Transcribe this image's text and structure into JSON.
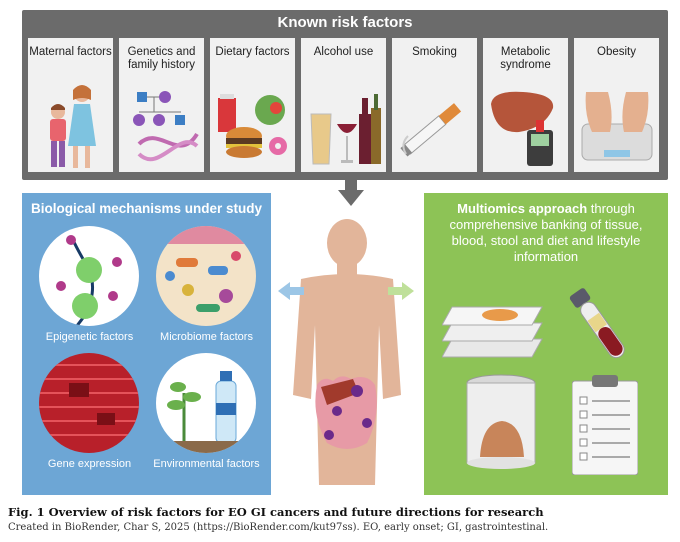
{
  "header": {
    "title": "Known risk factors"
  },
  "risk_factors": [
    {
      "label": "Maternal factors",
      "icon": "mother-child-icon"
    },
    {
      "label": "Genetics and family history",
      "icon": "pedigree-dna-icon"
    },
    {
      "label": "Dietary factors",
      "icon": "food-icon"
    },
    {
      "label": "Alcohol use",
      "icon": "alcohol-bottles-icon"
    },
    {
      "label": "Smoking",
      "icon": "cigarette-icon"
    },
    {
      "label": "Metabolic syndrome",
      "icon": "liver-glucometer-icon"
    },
    {
      "label": "Obesity",
      "icon": "scale-feet-icon"
    }
  ],
  "mechanisms": {
    "title": "Biological mechanisms under study",
    "items": [
      {
        "label": "Epigenetic factors",
        "icon": "nucleosome-icon"
      },
      {
        "label": "Microbiome factors",
        "icon": "bacteria-icon"
      },
      {
        "label": "Gene expression",
        "icon": "expression-heatmap-icon"
      },
      {
        "label": "Environmental factors",
        "icon": "plants-water-icon"
      }
    ]
  },
  "multiomics": {
    "bold": "Multiomics approach",
    "rest": " through comprehensive banking of tissue, blood, stool and diet and lifestyle information"
  },
  "gi_cue": "GI tract",
  "caption": {
    "title": "Fig. 1 Overview of risk factors for EO GI cancers and future directions for research",
    "note": "Created in BioRender, Char S, 2025 (https://BioRender.com/kut97ss). EO, early onset; GI, gastrointestinal."
  },
  "colors": {
    "header_bar": "#6b6b6b",
    "mechanisms_panel": "#6da6d5",
    "multiomics_panel": "#8dc356",
    "arrow_blue": "#9cc6e6",
    "arrow_green": "#bfe09a",
    "skin": "#e2b59a"
  }
}
